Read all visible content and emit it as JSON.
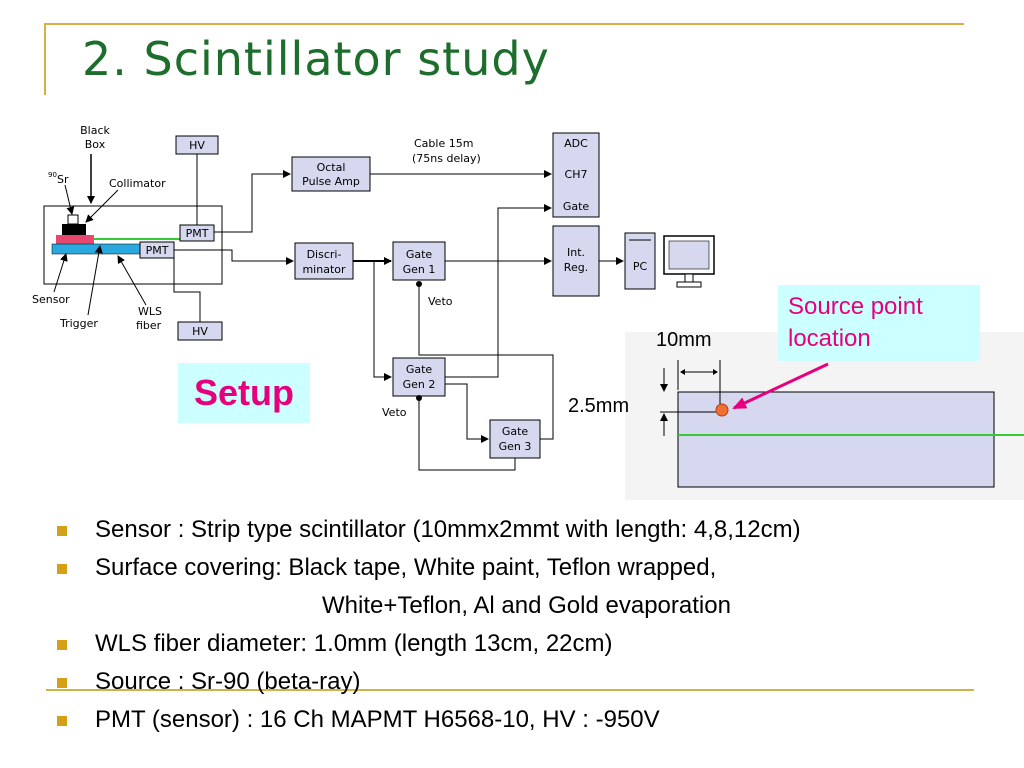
{
  "slide": {
    "title": "2. Scintillator study"
  },
  "diagram": {
    "black_box": "Black\nBox",
    "sr90_sup": "90",
    "sr90": "Sr",
    "collimator": "Collimator",
    "sensor": "Sensor",
    "trigger": "Trigger",
    "wls_fiber": "WLS\nfiber",
    "pmt_top": "PMT",
    "pmt_bottom": "PMT",
    "hv_top": "HV",
    "hv_bottom": "HV",
    "octal_amp": "Octal\nPulse Amp",
    "discriminator": "Discri-\nminator",
    "gate_gen1": "Gate\nGen 1",
    "gate_gen2": "Gate\nGen 2",
    "gate_gen3": "Gate\nGen 3",
    "veto1": "Veto",
    "veto2": "Veto",
    "cable": "Cable 15m\n(75ns delay)",
    "adc": "ADC",
    "ch7": "CH7",
    "gate": "Gate",
    "int_reg": "Int.\nReg.",
    "pc": "PC"
  },
  "setup_label": "Setup",
  "source_label": "Source point location",
  "dim_10mm": "10mm",
  "dim_2_5mm": "2.5mm",
  "bullets": [
    "Sensor : Strip type scintillator (10mmx2mmt with length: 4,8,12cm)",
    "Surface covering: Black tape, White paint, Teflon wrapped,",
    "WLS fiber diameter: 1.0mm  (length 13cm, 22cm)",
    "Source : Sr-90 (beta-ray)",
    "PMT (sensor) : 16 Ch MAPMT H6568-10, HV : -950V"
  ],
  "bullet_continuation": "White+Teflon, Al and Gold evaporation",
  "colors": {
    "title": "#1d6e2c",
    "accent": "#e6007e",
    "label_bg": "#ccffff",
    "frame": "#d4b24a",
    "box_fill": "#d5d8ef",
    "fiber": "#33cc33",
    "source_dot": "#f07030"
  }
}
